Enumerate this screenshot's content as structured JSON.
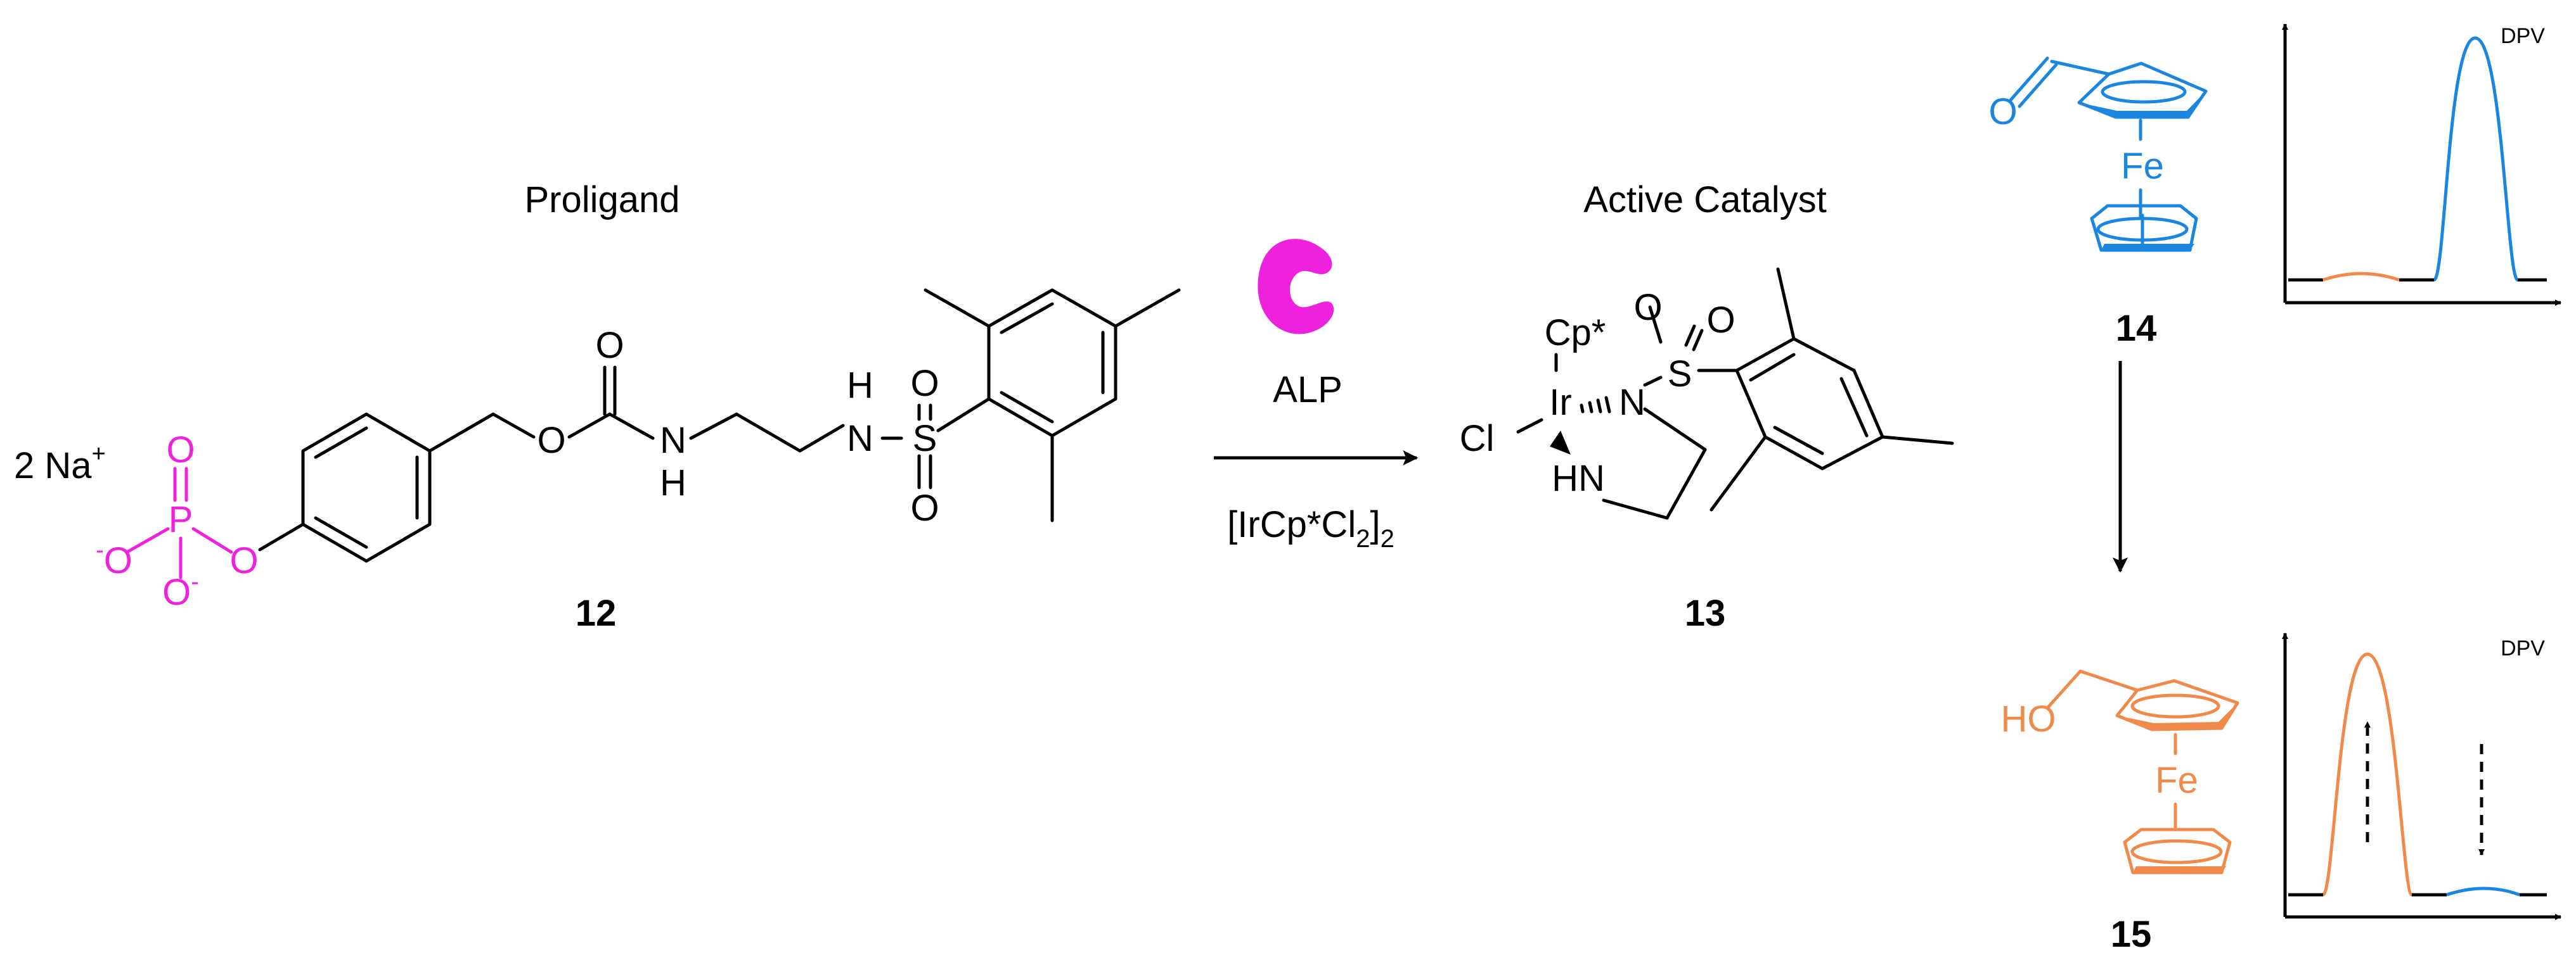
{
  "labels": {
    "proligand": "Proligand",
    "active_catalyst": "Active Catalyst",
    "enzyme": "ALP",
    "reagent": "[IrCp*Cl",
    "reagent_sub1": "2",
    "reagent_tail": "]",
    "reagent_sub2": "2",
    "counterion": "2 Na",
    "counterion_sup": "+",
    "dpv_top": "DPV",
    "dpv_bottom": "DPV"
  },
  "compounds": {
    "c12": "12",
    "c13": "13",
    "c14": "14",
    "c15": "15"
  },
  "atoms": {
    "phosphate_o_top": "O",
    "phosphate_p": "P",
    "phosphate_o_left": "O",
    "phosphate_o_left_charge": "-",
    "phosphate_o_bottom": "O",
    "phosphate_o_bottom_charge": "-",
    "phosphate_o_ester": "O",
    "carbamate_o_carbonyl": "O",
    "carbamate_o_ester": "O",
    "carbamate_n": "N",
    "carbamate_h": "H",
    "sulfonamide_h": "H",
    "sulfonamide_n": "N",
    "sulfonyl_s": "S",
    "sulfonyl_o_top": "O",
    "sulfonyl_o_bottom": "O",
    "cat_cp": "Cp*",
    "cat_ir": "Ir",
    "cat_cl": "Cl",
    "cat_n": "N",
    "cat_s": "S",
    "cat_o1": "O",
    "cat_o2": "O",
    "cat_hn": "HN",
    "ald_o": "O",
    "fe_top": "Fe",
    "alc_ho": "HO",
    "fe_bottom": "Fe"
  },
  "colors": {
    "phosphate": "#ee22dd",
    "enzyme": "#ee22dd",
    "ferrocene_aldehyde": "#1a86e0",
    "ferrocene_alcohol": "#f08a4b",
    "ink": "#000000"
  },
  "icons": {
    "enzyme": "alp-enzyme-pacman-icon",
    "reaction_arrow": "right-arrow",
    "conversion_arrow": "down-arrow"
  }
}
